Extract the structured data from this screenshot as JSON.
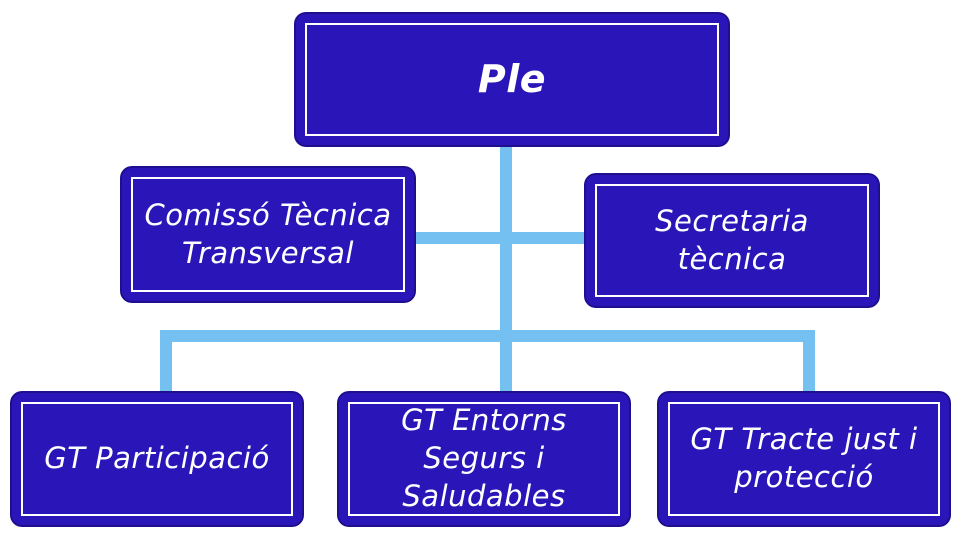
{
  "colors": {
    "box_fill": "#2a16b8",
    "box_border": "#ffffff",
    "connector": "#74c0f0",
    "text": "#ffffff"
  },
  "nodes": {
    "ple": "Ple",
    "comissio": "Comissó Tècnica\nTransversal",
    "secretaria": "Secretaria\ntècnica",
    "participacio": "GT Participació",
    "entorns": "GT Entorns\nSegurs i Saludables",
    "tracte": "GT Tracte just i\nprotecció"
  }
}
